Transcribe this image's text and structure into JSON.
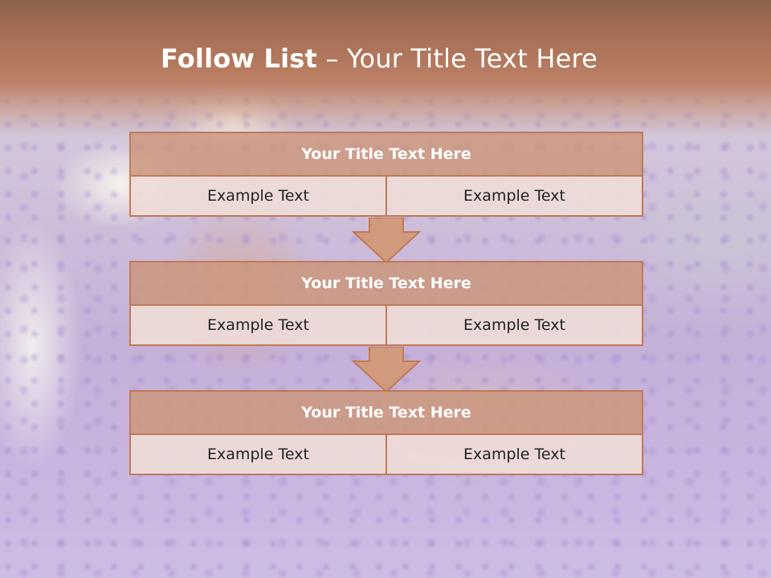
{
  "slide": {
    "title_bold": "Follow List",
    "title_rest": " – Your Title Text Here"
  },
  "steps": [
    {
      "title": "Your Title Text Here",
      "left": "Example Text",
      "right": "Example Text"
    },
    {
      "title": "Your Title Text Here",
      "left": "Example Text",
      "right": "Example Text"
    },
    {
      "title": "Your Title Text Here",
      "left": "Example Text",
      "right": "Example Text"
    }
  ],
  "icons": {
    "flow_arrow": "down-arrow-icon"
  },
  "colors": {
    "header": "#b27658",
    "block_title": "#cc967a",
    "block_cell": "#eedcd7",
    "border": "#c07a58"
  }
}
